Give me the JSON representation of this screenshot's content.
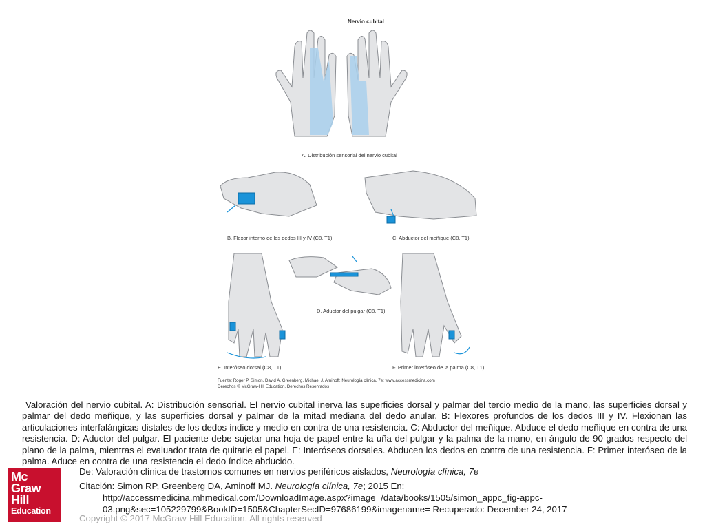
{
  "figure": {
    "title": "Nervio cubital",
    "label_a": "A. Distribución sensorial del nervio cubital",
    "label_b": "B. Flexor interno de los dedos III y IV (C8, T1)",
    "label_c": "C. Abductor del meñique (C8, T1)",
    "label_d": "D. Aductor del pulgar (C8, T1)",
    "label_e": "E. Interóseo dorsal (C8, T1)",
    "label_f": "F. Primer interóseo de la palma (C8, T1)",
    "source_line1": "Fuente: Roger P. Simon, David A. Greenberg, Michael J. Aminoff: Neurología clínica, 7e: www.accessmedicina.com",
    "source_line2": "Derechos © McGraw-Hill Education. Derechos Reservados",
    "colors": {
      "skin": "#e3e4e6",
      "outline": "#8a8d92",
      "nerve": "#a9d0ec",
      "block": "#1a93d9",
      "arrow": "#1a93d9"
    }
  },
  "caption": "Valoración del nervio cubital. A: Distribución sensorial. El nervio cubital inerva las superficies dorsal y palmar del tercio medio de la mano, las superficies dorsal y palmar del dedo meñique, y las superficies dorsal y palmar de la mitad mediana del dedo anular. B: Flexores profundos de los dedos III y IV. Flexionan las articulaciones interfalángicas distales de los dedos índice y medio en contra de una resistencia. C: Abductor del meñique. Abduce el dedo meñique en contra de una resistencia. D: Aductor del pulgar. El paciente debe sujetar una hoja de papel entre la uña del pulgar y la palma de la mano, en ángulo de 90 grados respecto del plano de la palma, mientras el evaluador trata de quitarle el papel. E: Interóseos dorsales. Abducen los dedos en contra de una resistencia. F: Primer interóseo de la palma. Aduce en contra de una resistencia el dedo índice abducido.",
  "logo": {
    "line1": "Mc",
    "line2": "Graw",
    "line3": "Hill",
    "line4": "Education"
  },
  "meta": {
    "de_label": "De: ",
    "de_text": "Valoración clínica de trastornos comunes en nervios periféricos aislados, ",
    "de_book": "Neurología clínica, 7e",
    "citation_label": "Citación: ",
    "citation_text": "Simon RP, Greenberg DA, Aminoff MJ. ",
    "citation_book": "Neurología clínica, 7e",
    "citation_year": "; 2015 En:",
    "url_line1": "http://accessmedicina.mhmedical.com/DownloadImage.aspx?image=/data/books/1505/simon_appc_fig-appc-",
    "url_line2": "03.png&sec=105229799&BookID=1505&ChapterSecID=97686199&imagename= Recuperado: December 24, 2017"
  },
  "copyright": "Copyright © 2017 McGraw-Hill Education. All rights reserved"
}
